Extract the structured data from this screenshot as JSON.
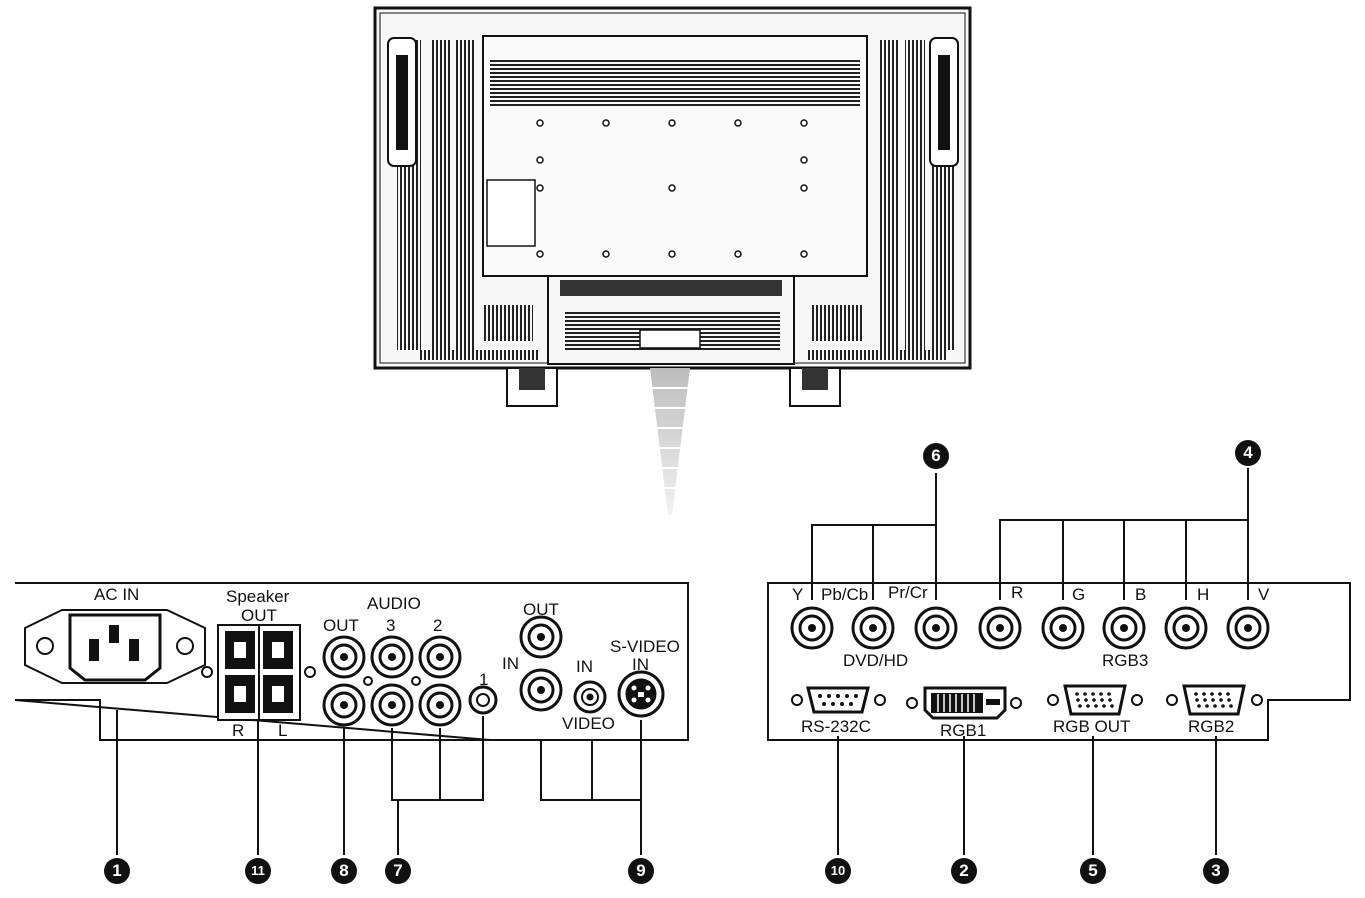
{
  "labels": {
    "ac_in": "AC IN",
    "speaker": "Speaker",
    "speaker_out": "OUT",
    "speaker_r": "R",
    "speaker_l": "L",
    "audio": "AUDIO",
    "audio_out": "OUT",
    "audio_3": "3",
    "audio_2": "2",
    "audio_1": "1",
    "video_out": "OUT",
    "video_in": "IN",
    "video_in2": "IN",
    "video": "VIDEO",
    "svideo": "S-VIDEO",
    "svideo_in": "IN",
    "y": "Y",
    "pbcb": "Pb/Cb",
    "prcr": "Pr/Cr",
    "dvdhd": "DVD/HD",
    "r": "R",
    "g": "G",
    "b": "B",
    "h": "H",
    "v": "V",
    "rgb3": "RGB3",
    "rs232c": "RS-232C",
    "rgb1": "RGB1",
    "rgbout": "RGB OUT",
    "rgb2": "RGB2"
  },
  "callouts": {
    "c1": "1",
    "c2": "2",
    "c3": "3",
    "c4": "4",
    "c5": "5",
    "c6": "6",
    "c7": "7",
    "c8": "8",
    "c9": "9",
    "c10": "10",
    "c11": "11"
  }
}
